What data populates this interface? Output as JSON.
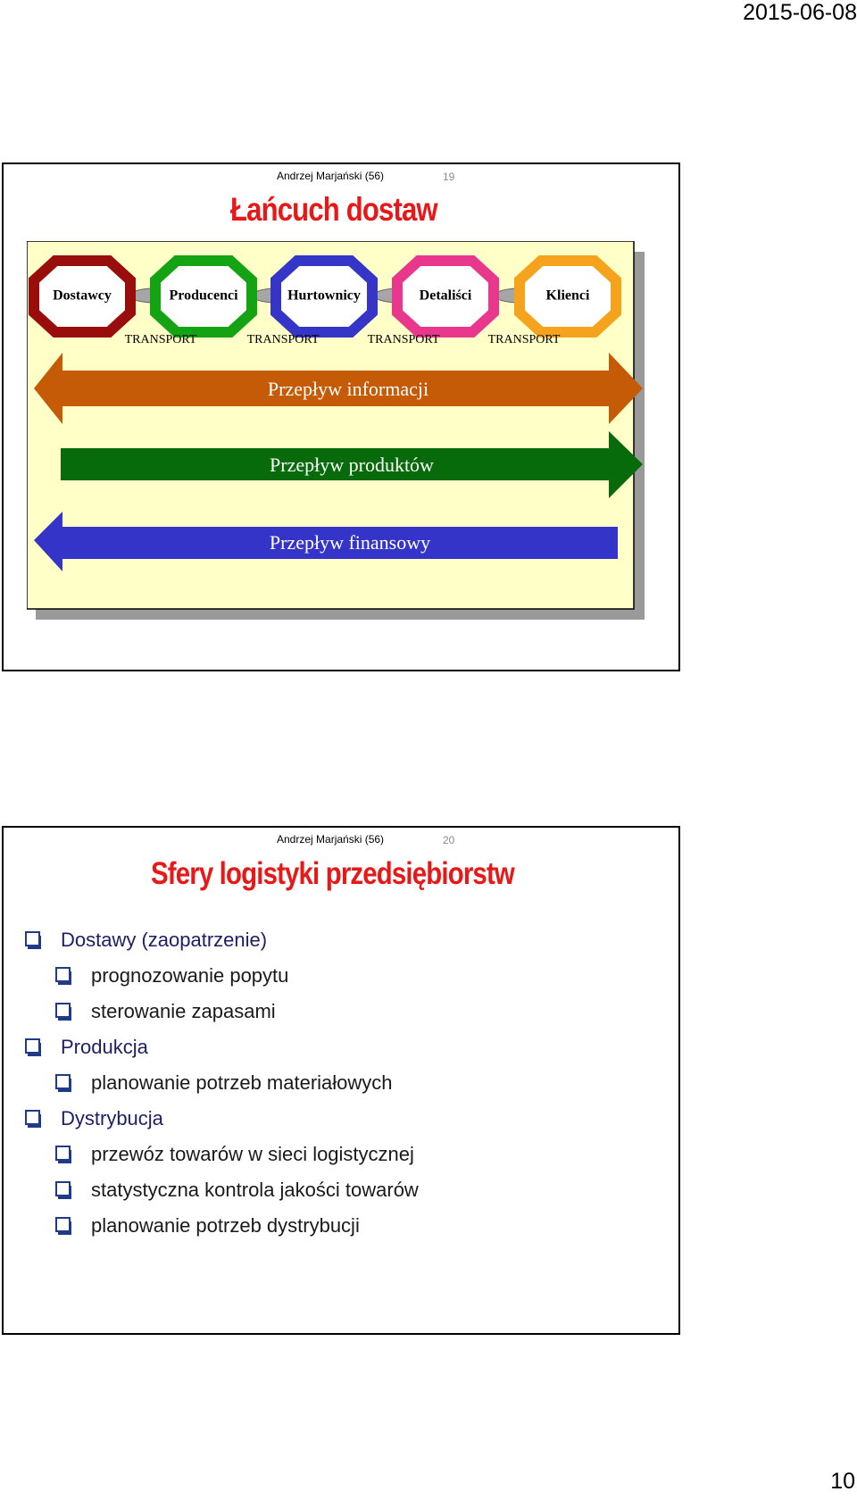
{
  "header": {
    "date": "2015-06-08"
  },
  "footer": {
    "page_number": "10"
  },
  "slide1": {
    "author": "Andrzej Marjański (56)",
    "slide_number": "19",
    "title": "Łańcuch dostaw",
    "chain": [
      "Dostawcy",
      "Producenci",
      "Hurtownicy",
      "Detaliści",
      "Klienci"
    ],
    "transport": [
      "TRANSPORT",
      "TRANSPORT",
      "TRANSPORT",
      "TRANSPORT"
    ],
    "flows": {
      "information": "Przepływ informacji",
      "products": "Przepływ produktów",
      "finance": "Przepływ finansowy"
    },
    "colors": {
      "background": "#ffffc8",
      "dostawcy": "#9a0d0d",
      "producenci": "#13a313",
      "hurtownicy": "#3535c7",
      "detalisci": "#e8378d",
      "klienci": "#f5a31c",
      "information_arrow": "#c55a07",
      "products_arrow": "#076a0b",
      "finance_arrow": "#3434c8"
    }
  },
  "slide2": {
    "author": "Andrzej Marjański (56)",
    "slide_number": "20",
    "title": "Sfery logistyki przedsiębiorstw",
    "items": [
      {
        "level": 1,
        "text": "Dostawy (zaopatrzenie)"
      },
      {
        "level": 2,
        "text": "prognozowanie popytu"
      },
      {
        "level": 2,
        "text": "sterowanie zapasami"
      },
      {
        "level": 1,
        "text": "Produkcja"
      },
      {
        "level": 2,
        "text": "planowanie potrzeb materiałowych"
      },
      {
        "level": 1,
        "text": "Dystrybucja"
      },
      {
        "level": 2,
        "text": "przewóz towarów w sieci logistycznej"
      },
      {
        "level": 2,
        "text": "statystyczna kontrola jakości towarów"
      },
      {
        "level": 2,
        "text": "planowanie potrzeb dystrybucji"
      }
    ]
  }
}
